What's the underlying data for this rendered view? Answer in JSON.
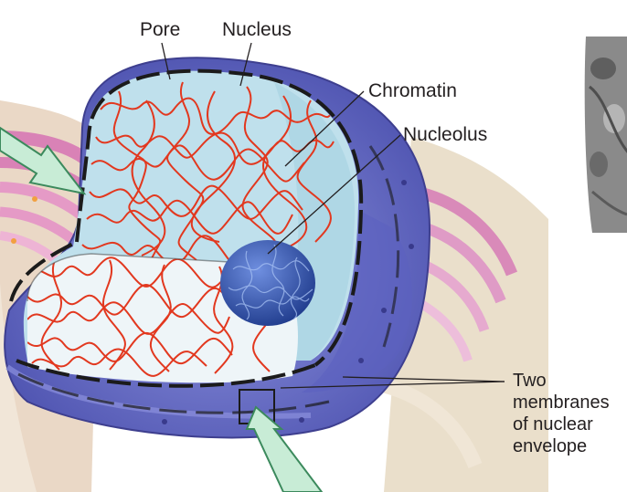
{
  "labels": {
    "pore": "Pore",
    "nucleus": "Nucleus",
    "chromatin": "Chromatin",
    "nucleolus": "Nucleolus",
    "membranes": [
      "Two",
      "membranes",
      "of nuclear",
      "envelope"
    ]
  },
  "colors": {
    "nucleoplasm": "#bfe2ee",
    "envelope": "#6a70c9",
    "chromatin": "#e2381f",
    "nucleolus": "#2f55b8",
    "cytoplasm_pink": "#d986b8",
    "cytoplasm_beige": "#e9dcc4",
    "arrow": "#c8ecd6",
    "micrograph": "#8a8a8a"
  },
  "icons": [
    "pointer-arrow-left",
    "pointer-arrow-bottom",
    "zoom-box"
  ]
}
